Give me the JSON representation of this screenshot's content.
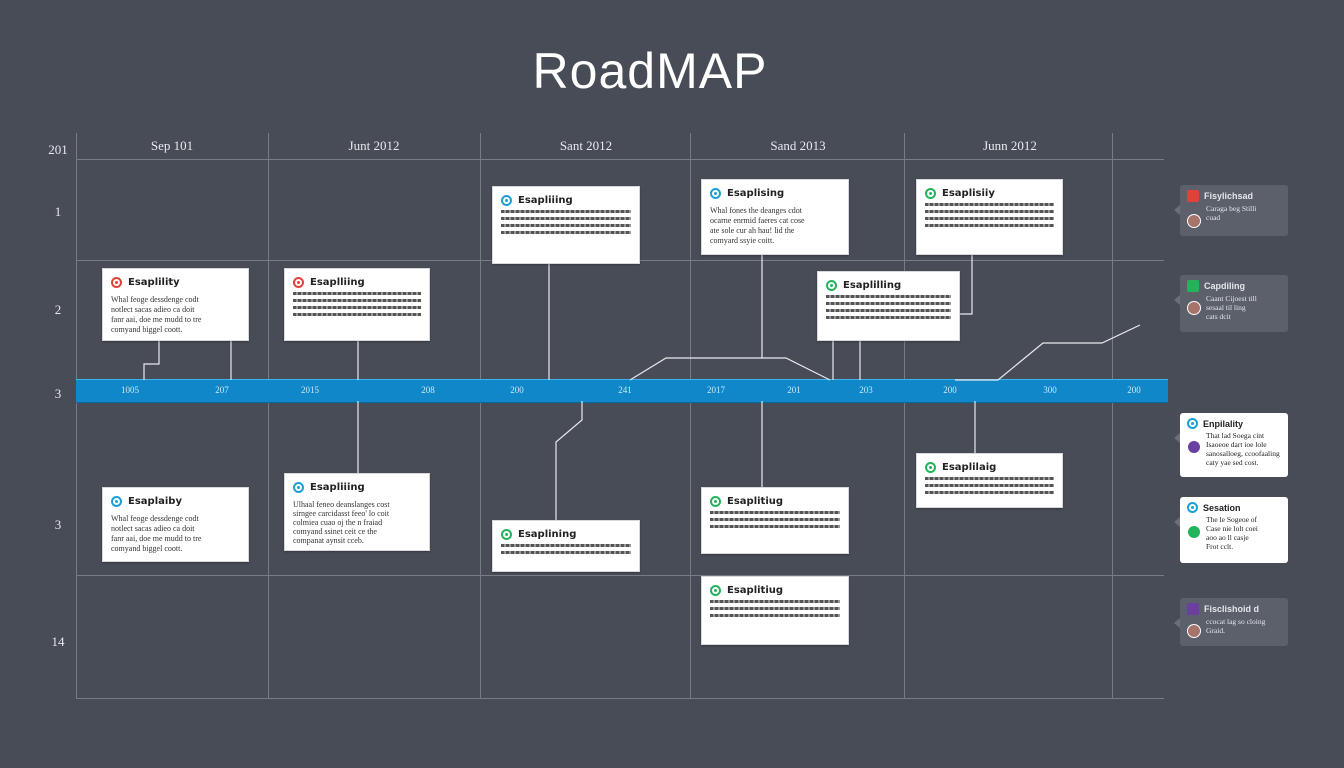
{
  "title": "RoadMAP",
  "corner_label": "201",
  "columns": [
    "Sep 101",
    "Junt 2012",
    "Sant 2012",
    "Sand 2013",
    "Junn 2012"
  ],
  "rows": [
    "1",
    "2",
    "3",
    "3",
    "14"
  ],
  "ticks": [
    "1005",
    "207",
    "2015",
    "208",
    "200",
    "241",
    "2017",
    "201",
    "203",
    "200",
    "300",
    "200"
  ],
  "colors": {
    "background": "#484c56",
    "timeline": "#0f87c9",
    "red": "#e0423a",
    "green": "#22b45a",
    "blue": "#1a9fd6",
    "purple": "#6a3fa0"
  },
  "cards": [
    {
      "title": "Esapliiing",
      "icon": "check-circle-icon",
      "color": "blue",
      "body": ""
    },
    {
      "title": "Esaplising",
      "icon": "check-circle-icon",
      "color": "blue",
      "body": "Whal fones the deanges cdot\nocarne enrmid faeres cat cose\nate sole cur ah hau! lid the\ncomyard ssyie coitt."
    },
    {
      "title": "Esaplisiiy",
      "icon": "check-circle-icon",
      "color": "green",
      "body": ""
    },
    {
      "title": "Esaplility",
      "icon": "alert-circle-icon",
      "color": "red",
      "body": "Whal feoge dessdenge codt\nnotlect sacas adieo ca doit\nfanr aai, doe me mudd to tre\ncomyand biggel coott."
    },
    {
      "title": "Esaplliing",
      "icon": "alert-circle-icon",
      "color": "red",
      "body": ""
    },
    {
      "title": "Esaplilling",
      "icon": "check-circle-icon",
      "color": "green",
      "body": ""
    },
    {
      "title": "Esaplaiby",
      "icon": "check-circle-icon",
      "color": "blue",
      "body": "Whal feoge dessdenge codt\nnotlect sacas adieo ca doit\nfanr aai, doe me mudd to tre\ncomyand biggel coott."
    },
    {
      "title": "Esapliiing",
      "icon": "check-circle-icon",
      "color": "blue",
      "body": "Ulhaal feneo deanslanges cost\nsirngee carcidasst feeo' lo coit\ncolmiea cuao oj the n fraiad\ncomyand ssinet ceit ce the\ncompanat aynsit cceb."
    },
    {
      "title": "Esaplining",
      "icon": "check-circle-icon",
      "color": "green",
      "body": ""
    },
    {
      "title": "Esaplilaig",
      "icon": "check-circle-icon",
      "color": "green",
      "body": ""
    },
    {
      "title": "Esaplitiug",
      "icon": "check-circle-icon",
      "color": "green",
      "body": ""
    },
    {
      "title": "Esaplitiug",
      "icon": "check-circle-icon",
      "color": "green",
      "body": ""
    }
  ],
  "side_notes": [
    {
      "title": "Fisylichsad",
      "body": "Caraga beg Stilli\ncuad",
      "color": "red",
      "theme": "dark"
    },
    {
      "title": "Capdiling",
      "body": "Caant Cijoest till\nsesaal til ling\ncats dcit",
      "color": "green",
      "theme": "dark"
    },
    {
      "title": "Enpilality",
      "body": "That lad Soega cint\nIsaoeoe dart ioe lole\nsanosalloeg, ccoofaaling\ncaty yae sed cost.",
      "color": "blue",
      "theme": "light"
    },
    {
      "title": "Sesation",
      "body": "The le Sogeoe of\nCase nie lolt coei\naoo ao ll casje\nFrot cclt.",
      "color": "blue",
      "theme": "light"
    },
    {
      "title": "Fisclishoid d",
      "body": "ccocat lag so cloing\nGraid.",
      "color": "purple",
      "theme": "dark"
    }
  ]
}
